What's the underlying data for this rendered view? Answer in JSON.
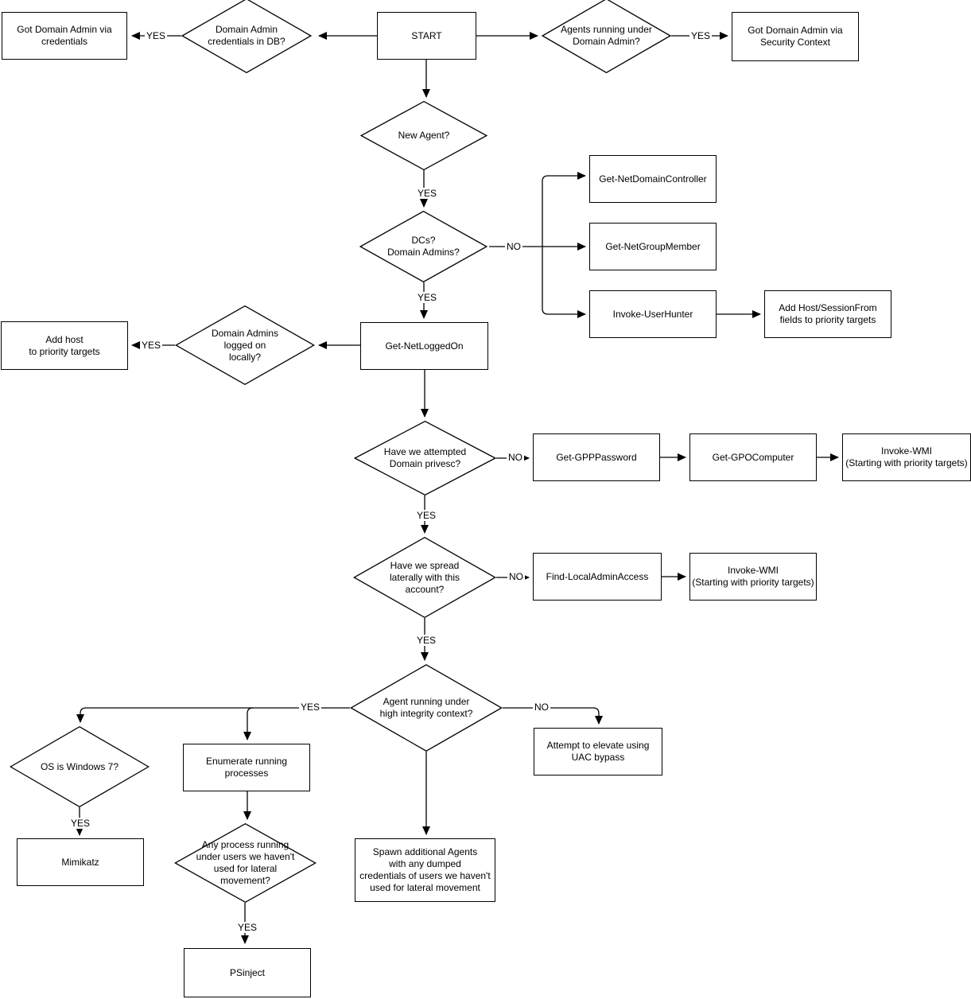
{
  "diagram": {
    "colors": {
      "stroke": "#000000",
      "shape_fill": "#ffffff",
      "text": "#000000",
      "background": "#ffffff"
    },
    "nodes": {
      "start": {
        "label": "START"
      },
      "got_da_credentials": {
        "label": "Got Domain Admin via\ncredentials"
      },
      "da_creds_db": {
        "label": "Domain Admin\ncredentials in DB?"
      },
      "agents_running_da": {
        "label": "Agents running under\nDomain Admin?"
      },
      "got_da_security": {
        "label": "Got Domain Admin via\nSecurity Context"
      },
      "new_agent": {
        "label": "New Agent?"
      },
      "dcs_domain_admins": {
        "label": "DCs?\nDomain Admins?"
      },
      "get_netdomaincontroller": {
        "label": "Get-NetDomainController"
      },
      "get_netgroupmember": {
        "label": "Get-NetGroupMember"
      },
      "invoke_userhunter": {
        "label": "Invoke-UserHunter"
      },
      "add_host_sessionfrom": {
        "label": "Add Host/SessionFrom\nfields to priority targets"
      },
      "da_logged_on": {
        "label": "Domain Admins\nlogged on\nlocally?"
      },
      "add_host_priority": {
        "label": "Add host\nto priority targets"
      },
      "get_netloggedon": {
        "label": "Get-NetLoggedOn"
      },
      "domain_privesc": {
        "label": "Have we attempted\nDomain privesc?"
      },
      "get_gpppassword": {
        "label": "Get-GPPPassword"
      },
      "get_gpocomputer": {
        "label": "Get-GPOComputer"
      },
      "invoke_wmi_1": {
        "label": "Invoke-WMI\n(Starting with priority targets)"
      },
      "spread_laterally": {
        "label": "Have we spread\nlaterally with this\naccount?"
      },
      "find_localadminaccess": {
        "label": "Find-LocalAdminAccess"
      },
      "invoke_wmi_2": {
        "label": "Invoke-WMI\n(Starting with priority targets)"
      },
      "high_integrity": {
        "label": "Agent running under\nhigh integrity context?"
      },
      "uac_bypass": {
        "label": "Attempt to elevate using\nUAC bypass"
      },
      "enumerate_processes": {
        "label": "Enumerate running\nprocesses"
      },
      "os_windows7": {
        "label": "OS is Windows 7?"
      },
      "mimikatz": {
        "label": "Mimikatz"
      },
      "any_process": {
        "label": "Any process running\nunder users we haven't\nused for lateral\nmovement?"
      },
      "spawn_agents": {
        "label": "Spawn additional Agents\nwith any dumped\ncredentials of users we haven't\nused for lateral movement"
      },
      "psinject": {
        "label": "PSinject"
      }
    },
    "edge_labels": {
      "da_creds_db_yes": "YES",
      "agents_running_yes": "YES",
      "new_agent_yes": "YES",
      "dcs_no": "NO",
      "dcs_yes": "YES",
      "logged_on_yes": "YES",
      "privesc_no": "NO",
      "privesc_yes": "YES",
      "spread_no": "NO",
      "spread_yes": "YES",
      "integrity_yes": "YES",
      "integrity_no": "NO",
      "windows7_yes": "YES",
      "any_process_yes": "YES"
    }
  }
}
